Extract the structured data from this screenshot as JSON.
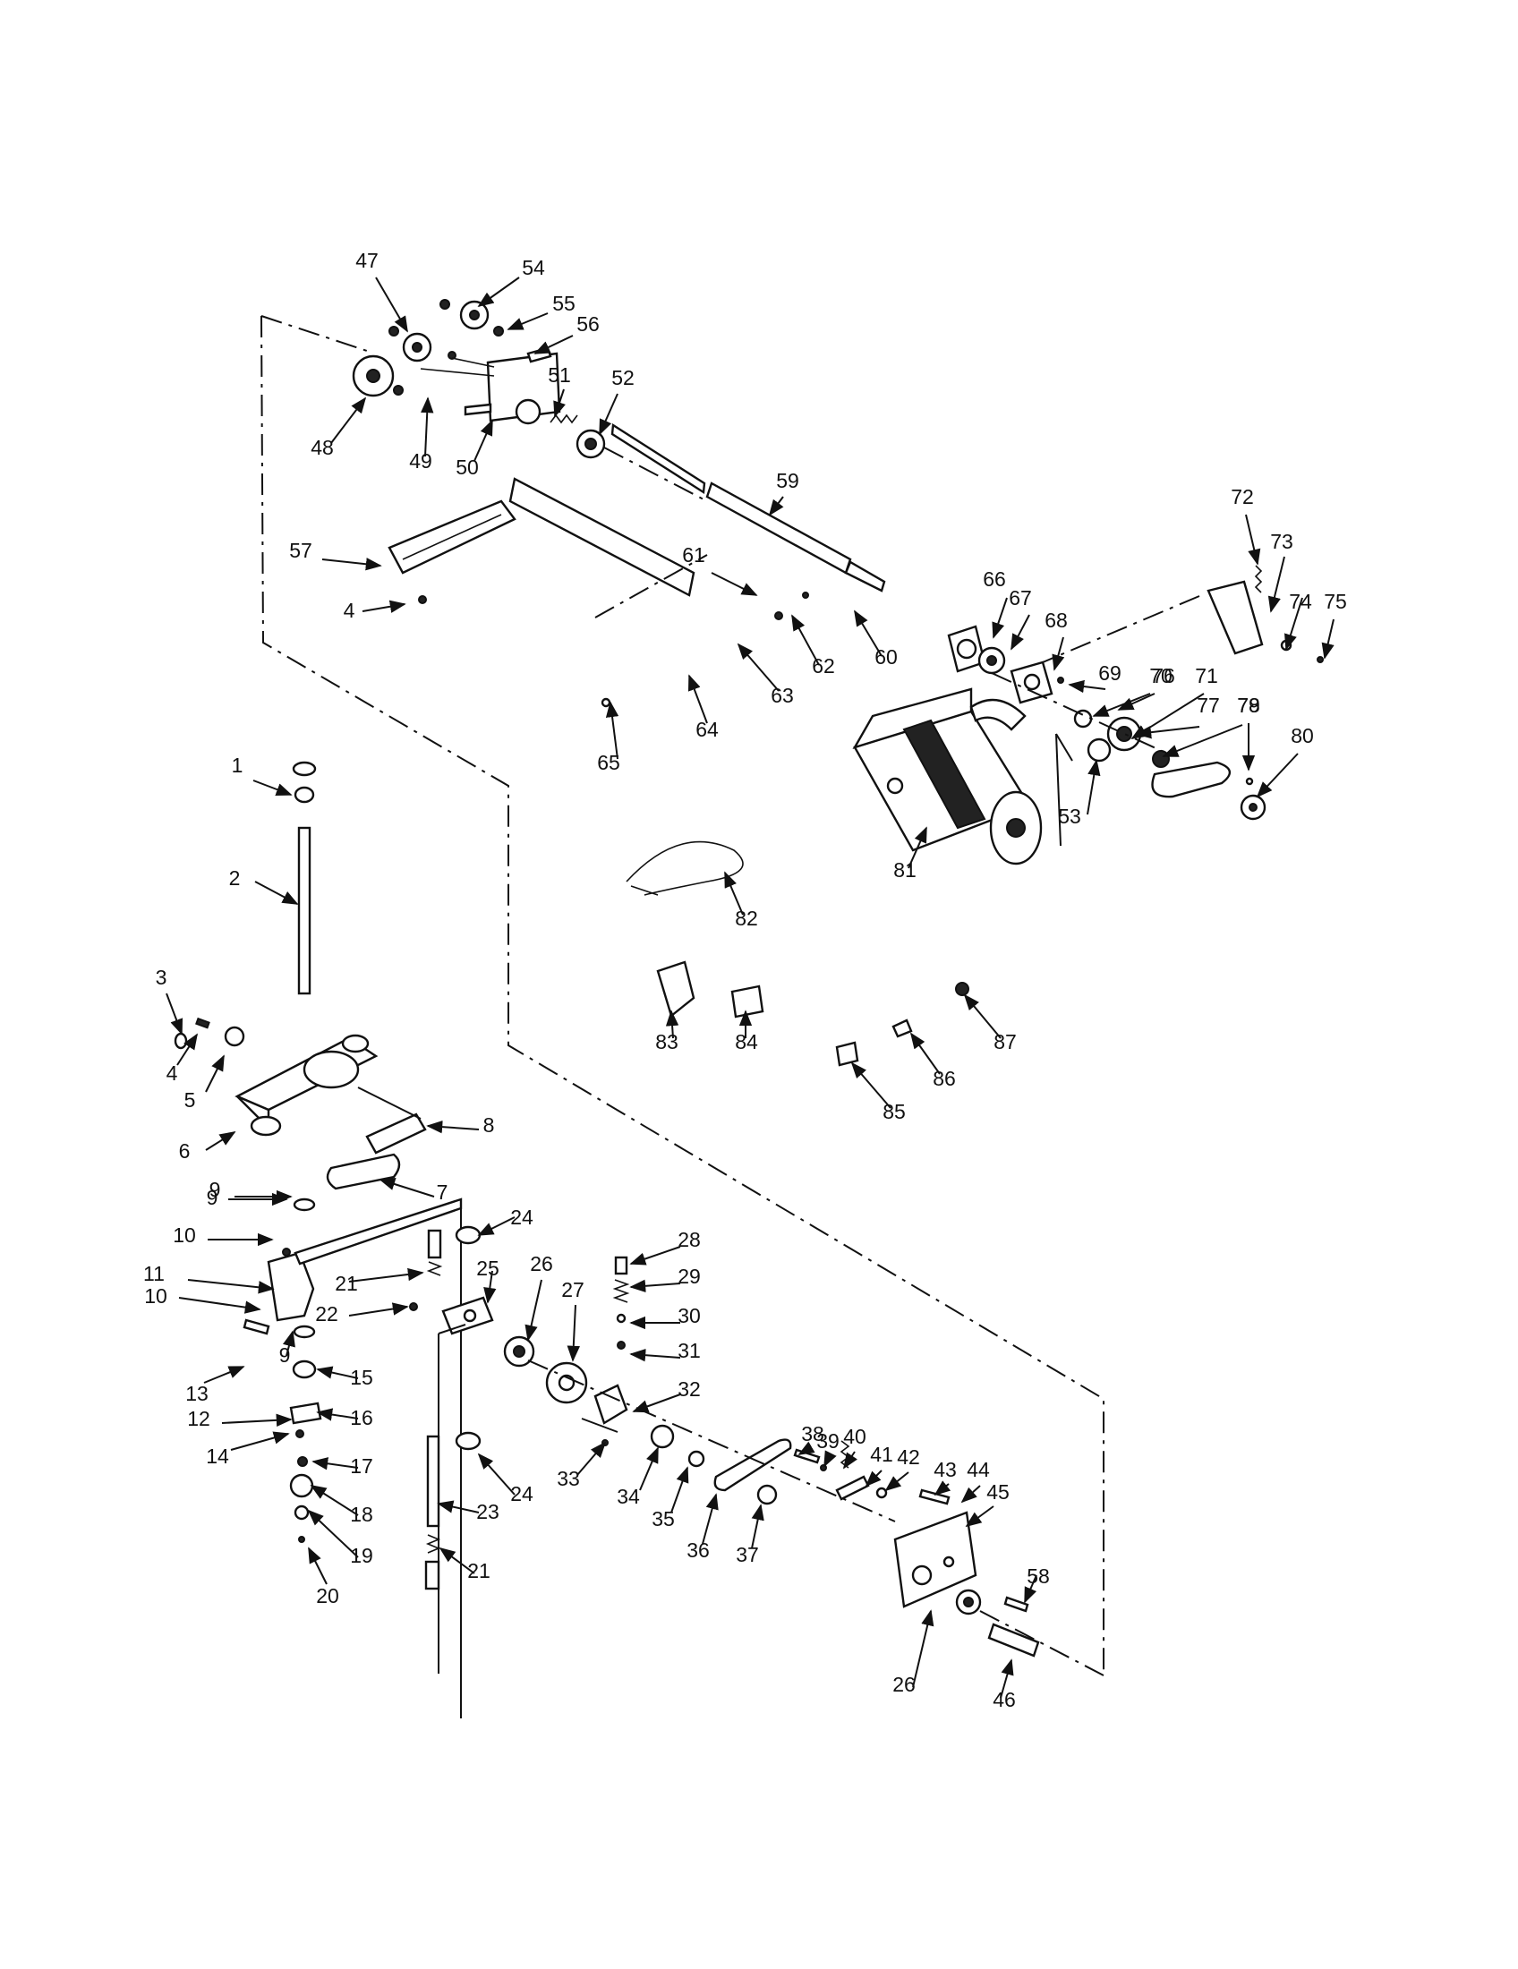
{
  "diagram": {
    "type": "exploded-parts-diagram",
    "labels": [
      "1",
      "2",
      "3",
      "4",
      "5",
      "6",
      "7",
      "8",
      "9",
      "10",
      "11",
      "12",
      "13",
      "14",
      "15",
      "16",
      "17",
      "18",
      "19",
      "20",
      "21",
      "22",
      "23",
      "24",
      "25",
      "26",
      "27",
      "28",
      "29",
      "30",
      "31",
      "32",
      "33",
      "34",
      "35",
      "36",
      "37",
      "38",
      "39",
      "40",
      "41",
      "42",
      "43",
      "44",
      "45",
      "46",
      "47",
      "48",
      "49",
      "50",
      "51",
      "52",
      "53",
      "54",
      "55",
      "56",
      "57",
      "58",
      "59",
      "60",
      "61",
      "62",
      "63",
      "64",
      "65",
      "66",
      "67",
      "68",
      "69",
      "70",
      "71",
      "72",
      "73",
      "74",
      "75",
      "76",
      "77",
      "78",
      "79",
      "80",
      "81",
      "82",
      "83",
      "84",
      "85",
      "86",
      "87"
    ]
  }
}
